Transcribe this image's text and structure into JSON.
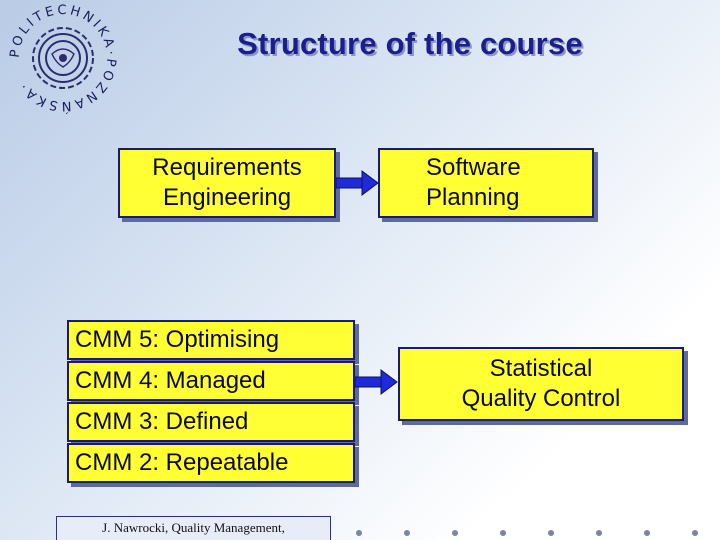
{
  "title": "Structure of the course",
  "logo": {
    "ring_text": "POLITECHNIKA·POZNAŃSKA·",
    "icon": "university-seal-icon"
  },
  "boxes": {
    "requirements": "Requirements\nEngineering",
    "planning": "Software\nPlanning",
    "statistical": "Statistical\nQuality Control"
  },
  "cmm_levels": [
    "CMM 5: Optimising",
    "CMM 4: Managed",
    "CMM 3: Defined",
    "CMM 2: Repeatable"
  ],
  "footer": "J. Nawrocki, Quality Management,",
  "colors": {
    "box_fill": "#ffff33",
    "arrow": "#1f2bd8",
    "title": "#1a1f8c"
  }
}
